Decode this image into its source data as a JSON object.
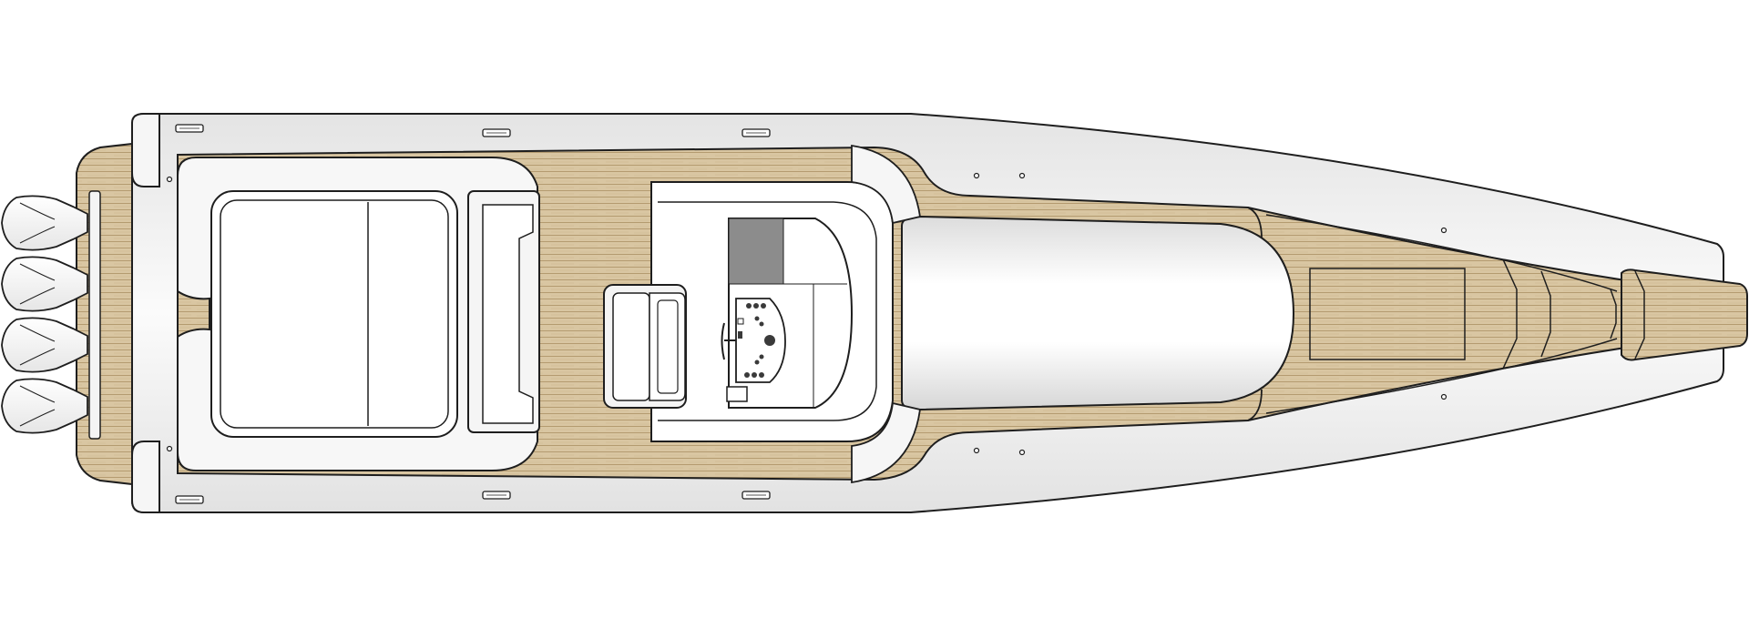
{
  "drawing": {
    "subject": "boat-deck-plan-top-view",
    "view": "plan",
    "colors": {
      "background": "#ffffff",
      "outline": "#1e1e1e",
      "hull": "#f2f2f2",
      "teak": "#d8c4a0",
      "teak_seam": "#b79f74",
      "console": "#fafafa",
      "screen": "#8a8a8a"
    },
    "engines": {
      "count": 4
    },
    "cleats": {
      "count": 6
    },
    "deck_fittings": {
      "count": 8
    }
  }
}
